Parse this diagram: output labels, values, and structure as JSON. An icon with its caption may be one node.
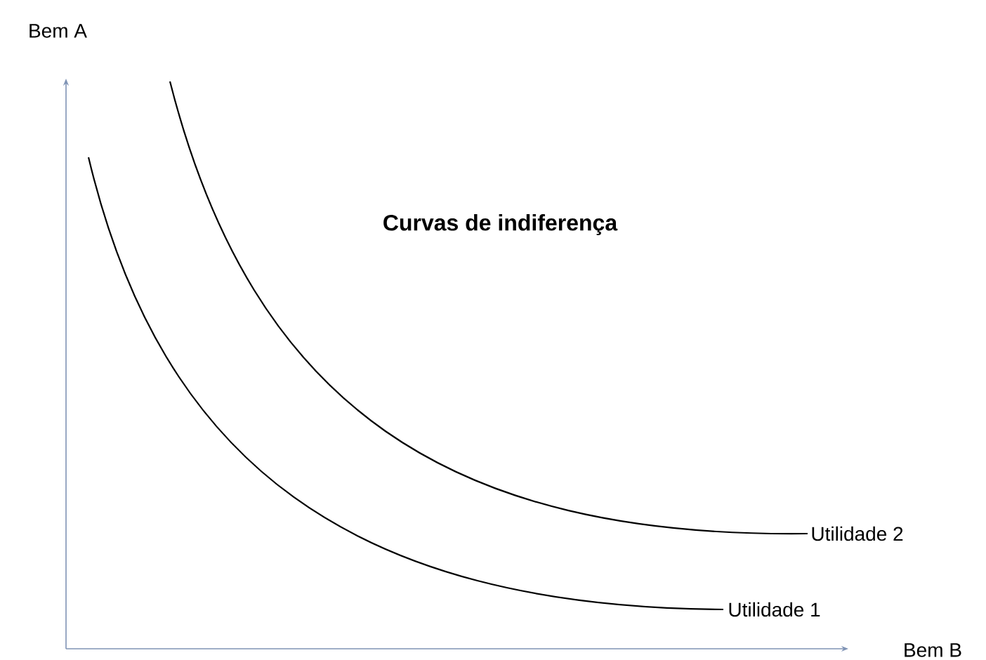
{
  "diagram": {
    "title": "Curvas de indiferença",
    "labels": [
      "Bem A",
      "Bem B",
      "Utilidade 1",
      "Utilidade 2"
    ]
  }
}
